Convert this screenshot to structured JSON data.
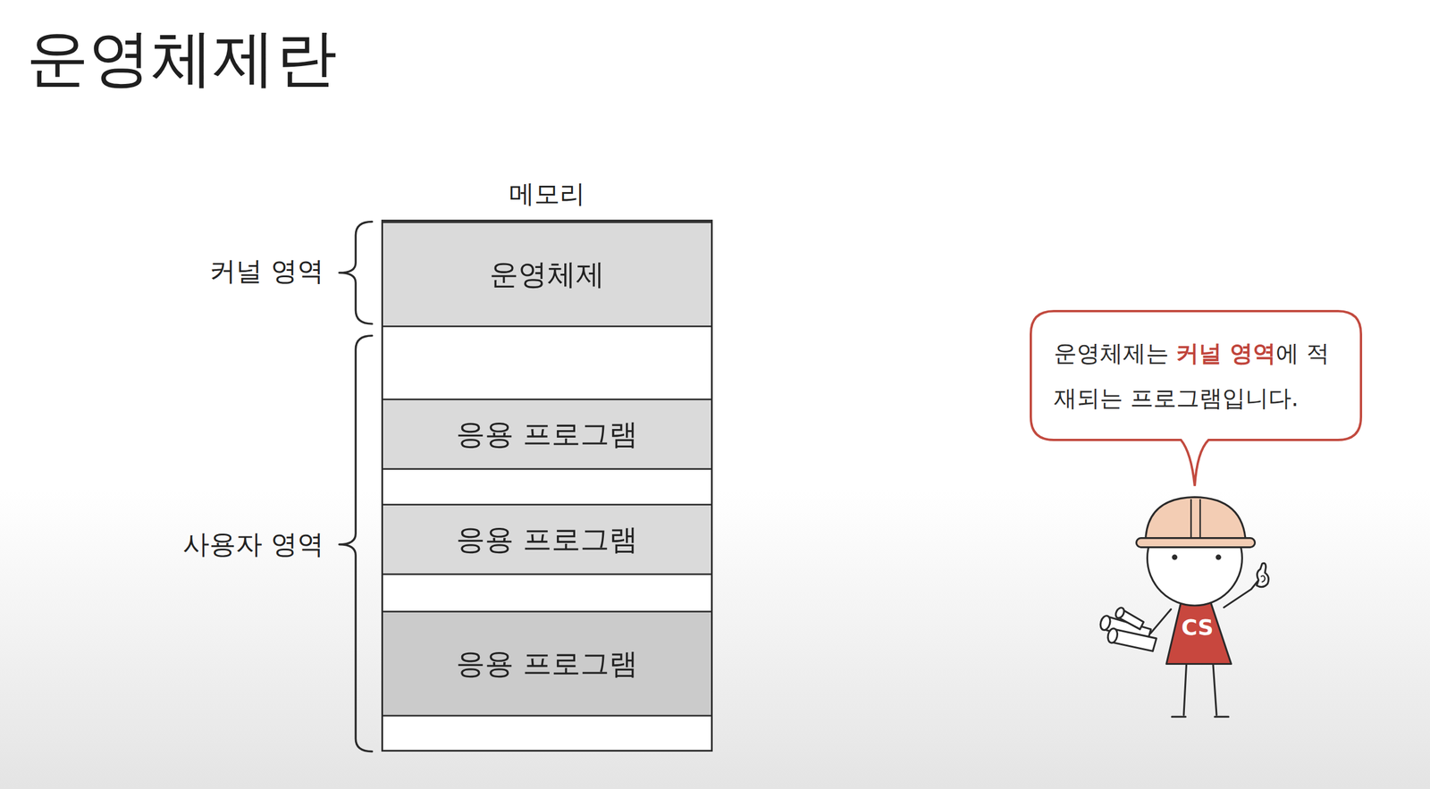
{
  "diagram": {
    "title": "운영체제란",
    "nodes": [
      {
        "text": [
          "메모리"
        ]
      },
      {
        "text": [
          "운영체제"
        ],
        "in": 0
      },
      {
        "text": [
          "응용 프로그램"
        ],
        "in": 0
      },
      {
        "text": [
          "응용 프로그램"
        ],
        "in": 0
      },
      {
        "text": [
          "응용 프로그램"
        ],
        "in": 0
      },
      {
        "text": [
          "운영체제는",
          "커널 영역",
          "에 적재되는 프로그램입니다."
        ]
      }
    ],
    "labels": [
      "커널 영역",
      "사용자 영역",
      "CS"
    ]
  }
}
